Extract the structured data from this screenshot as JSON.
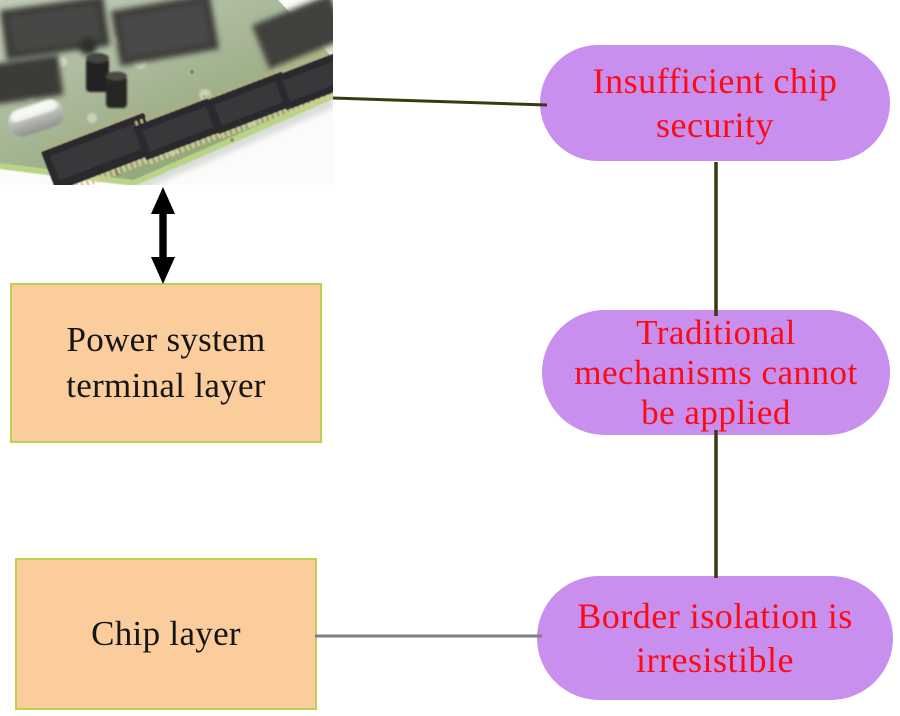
{
  "diagram": {
    "background_color": "#ffffff",
    "photo": {
      "name": "circuit-board-photo",
      "description": "Photo of a green printed circuit board with black IC chips"
    },
    "left_layers": [
      {
        "label": "Power system\nterminal layer",
        "fill": "#fbcd9c",
        "border_color": "#bcd24e",
        "text_color": "#151515"
      },
      {
        "label": "Chip layer",
        "fill": "#fbcd9c",
        "border_color": "#bcd24e",
        "text_color": "#151515"
      }
    ],
    "right_issues": [
      {
        "label": "Insufficient chip\nsecurity",
        "fill": "#c88fee",
        "text_color": "#fa0b15"
      },
      {
        "label": "Traditional\nmechanisms cannot\nbe applied",
        "fill": "#c88fee",
        "text_color": "#fa0b15"
      },
      {
        "label": "Border isolation is\nirresistible",
        "fill": "#c88fee",
        "text_color": "#fa0b15"
      }
    ],
    "connectors": {
      "photo_to_insufficient": {
        "type": "line",
        "color": "#3a3a12"
      },
      "insufficient_to_traditional": {
        "type": "line",
        "color": "#3a3a12"
      },
      "traditional_to_border": {
        "type": "line",
        "color": "#3a3a12"
      },
      "chip_to_border": {
        "type": "line",
        "color": "#7f7f7f"
      },
      "photo_to_power_terminal": {
        "type": "double-arrow",
        "color": "#000000"
      }
    }
  }
}
